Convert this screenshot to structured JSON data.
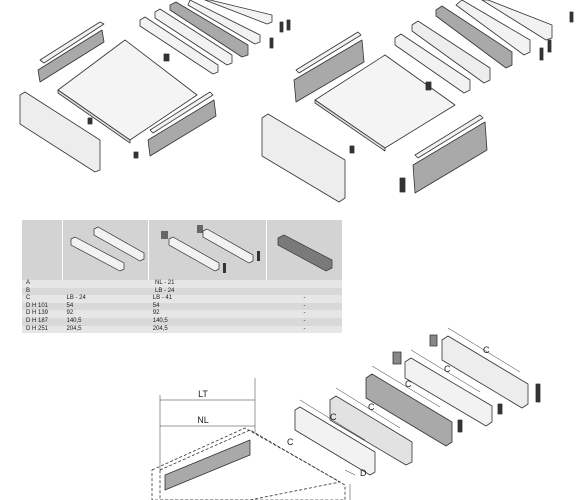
{
  "table": {
    "rows": [
      {
        "code": "A",
        "height": "",
        "span": true,
        "value": "NL - 21"
      },
      {
        "code": "B",
        "height": "",
        "span": true,
        "value": "LB - 24"
      },
      {
        "code": "C",
        "height": "",
        "span": false,
        "v1": "LB - 24",
        "v2": "LB - 41",
        "v3": "-"
      },
      {
        "code": "D",
        "height": "H 101",
        "span": false,
        "v1": "54",
        "v2": "54",
        "v3": "-"
      },
      {
        "code": "D",
        "height": "H 139",
        "span": false,
        "v1": "92",
        "v2": "92",
        "v3": "-"
      },
      {
        "code": "D",
        "height": "H 187",
        "span": false,
        "v1": "140,5",
        "v2": "140,5",
        "v3": "-"
      },
      {
        "code": "D",
        "height": "H 251",
        "span": false,
        "v1": "204,5",
        "v2": "204,5",
        "v3": "-"
      }
    ]
  },
  "labels": {
    "lt": "LT",
    "nl": "NL",
    "c": "C",
    "d": "D"
  },
  "colors": {
    "panel_light": "#f2f2f2",
    "panel_grey": "#a9a9a9",
    "line": "#333333",
    "table_header": "#d3d3d3"
  }
}
